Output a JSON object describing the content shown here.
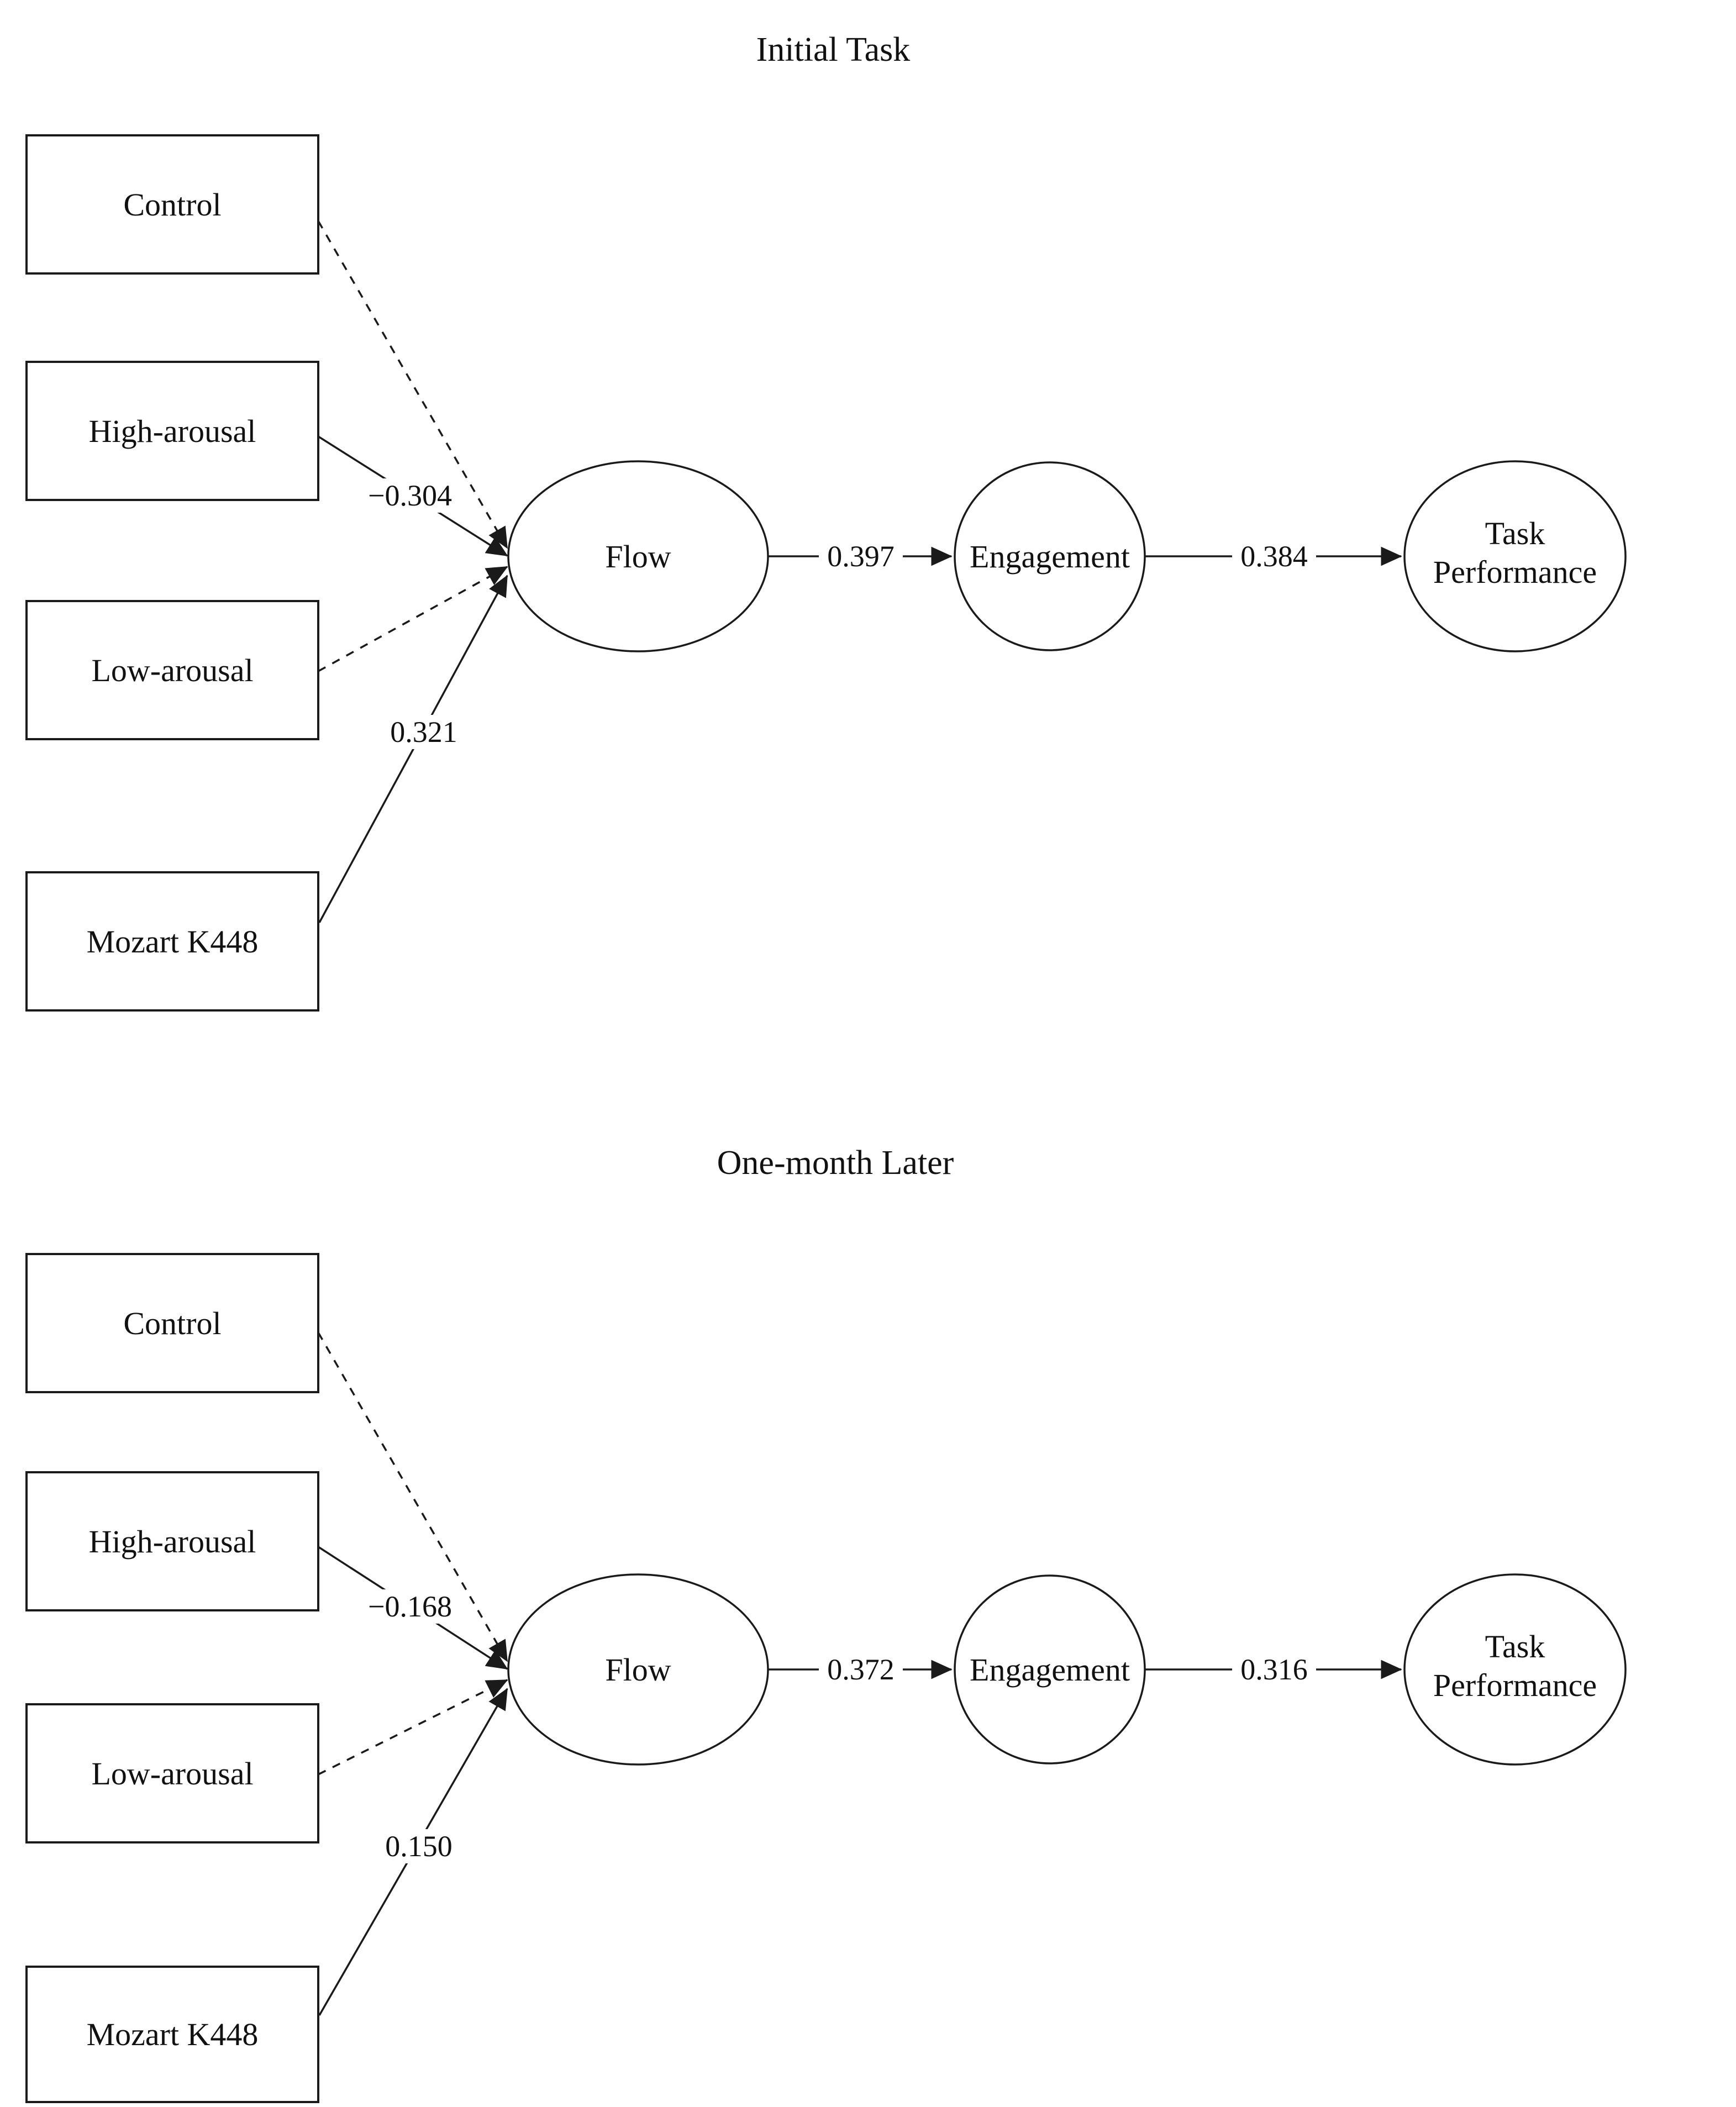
{
  "figure": {
    "type": "path-diagram",
    "colors": {
      "line": "#1a1a1a",
      "text": "#111111",
      "background": "#ffffff"
    },
    "panels": [
      {
        "title": "Initial Task",
        "predictors": [
          {
            "label": "Control",
            "line_style": "dashed"
          },
          {
            "label": "High-arousal",
            "line_style": "solid",
            "coefficient": "−0.304"
          },
          {
            "label": "Low-arousal",
            "line_style": "dashed"
          },
          {
            "label": "Mozart K448",
            "line_style": "solid",
            "coefficient": "0.321"
          }
        ],
        "latent_variables": [
          {
            "label": "Flow"
          },
          {
            "label": "Engagement"
          },
          {
            "label": "Task Performance",
            "label_lines": [
              "Task",
              "Performance"
            ]
          }
        ],
        "structural_paths": [
          {
            "from": "Flow",
            "to": "Engagement",
            "coefficient": "0.397"
          },
          {
            "from": "Engagement",
            "to": "Task Performance",
            "coefficient": "0.384"
          }
        ]
      },
      {
        "title": "One-month Later",
        "predictors": [
          {
            "label": "Control",
            "line_style": "dashed"
          },
          {
            "label": "High-arousal",
            "line_style": "solid",
            "coefficient": "−0.168"
          },
          {
            "label": "Low-arousal",
            "line_style": "dashed"
          },
          {
            "label": "Mozart K448",
            "line_style": "solid",
            "coefficient": "0.150"
          }
        ],
        "latent_variables": [
          {
            "label": "Flow"
          },
          {
            "label": "Engagement"
          },
          {
            "label": "Task Performance",
            "label_lines": [
              "Task",
              "Performance"
            ]
          }
        ],
        "structural_paths": [
          {
            "from": "Flow",
            "to": "Engagement",
            "coefficient": "0.372"
          },
          {
            "from": "Engagement",
            "to": "Task Performance",
            "coefficient": "0.316"
          }
        ]
      }
    ]
  }
}
